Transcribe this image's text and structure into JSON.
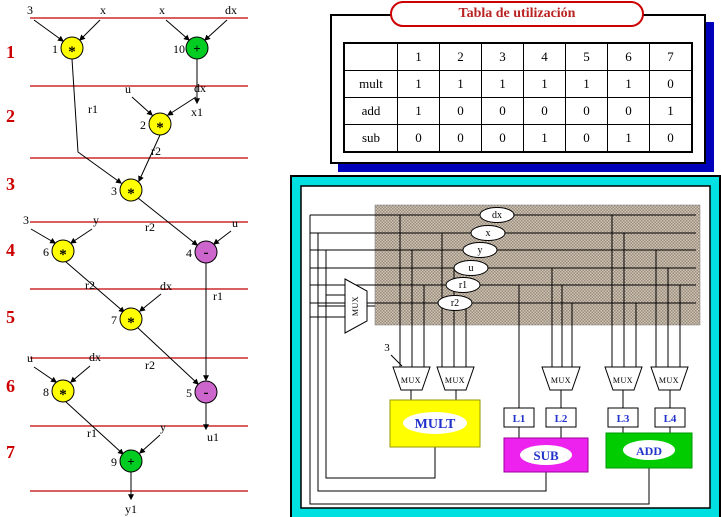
{
  "dfg": {
    "step_labels": [
      "1",
      "2",
      "3",
      "4",
      "5",
      "6",
      "7"
    ],
    "nodes": {
      "n1": {
        "id": "1",
        "op": "*"
      },
      "n10": {
        "id": "10",
        "op": "+"
      },
      "n2": {
        "id": "2",
        "op": "*"
      },
      "n3": {
        "id": "3",
        "op": "*"
      },
      "n6": {
        "id": "6",
        "op": "*"
      },
      "n4": {
        "id": "4",
        "op": "-"
      },
      "n7": {
        "id": "7",
        "op": "*"
      },
      "n8": {
        "id": "8",
        "op": "*"
      },
      "n5": {
        "id": "5",
        "op": "-"
      },
      "n9": {
        "id": "9",
        "op": "+"
      }
    },
    "labels": {
      "in1a": "3",
      "in1b": "x",
      "in10a": "x",
      "in10b": "dx",
      "out10": "x1",
      "in2a": "u",
      "in2b": "dx",
      "e13": "r1",
      "e23": "r2",
      "e34": "r2",
      "in4": "u",
      "in6a": "3",
      "in6b": "y",
      "e67": "r2",
      "e45": "r1",
      "in7": "dx",
      "in8a": "u",
      "in8b": "dx",
      "e75": "r2",
      "out5": "u1",
      "e89": "r1",
      "in9": "y",
      "out9": "y1"
    }
  },
  "table": {
    "title": "Tabla de utilización",
    "col_headers": [
      "1",
      "2",
      "3",
      "4",
      "5",
      "6",
      "7"
    ],
    "rows": [
      {
        "label": "mult",
        "cells": [
          "1",
          "1",
          "1",
          "1",
          "1",
          "1",
          "0"
        ]
      },
      {
        "label": "add",
        "cells": [
          "1",
          "0",
          "0",
          "0",
          "0",
          "0",
          "1"
        ]
      },
      {
        "label": "sub",
        "cells": [
          "0",
          "0",
          "0",
          "1",
          "0",
          "1",
          "0"
        ]
      }
    ]
  },
  "datapath": {
    "bus_labels": [
      "dx",
      "x",
      "y",
      "u",
      "r1",
      "r2"
    ],
    "mux_label": "MUX",
    "constant": "3",
    "registers": [
      "L1",
      "L2",
      "L3",
      "L4"
    ],
    "units": {
      "mult": "MULT",
      "sub": "SUB",
      "add": "ADD"
    }
  },
  "colors": {
    "node_yellow": "#ffff00",
    "node_green": "#00cc22",
    "node_magenta": "#cc66cc",
    "mult_fill": "#ffff00",
    "sub_fill": "#ee22ee",
    "add_fill": "#00cc00",
    "border_cyan": "#00e0e0",
    "schedule_red": "#cc0000",
    "title_red": "#bb2222",
    "shadow_blue": "#0000bb",
    "unit_text_blue": "#2233cc"
  }
}
